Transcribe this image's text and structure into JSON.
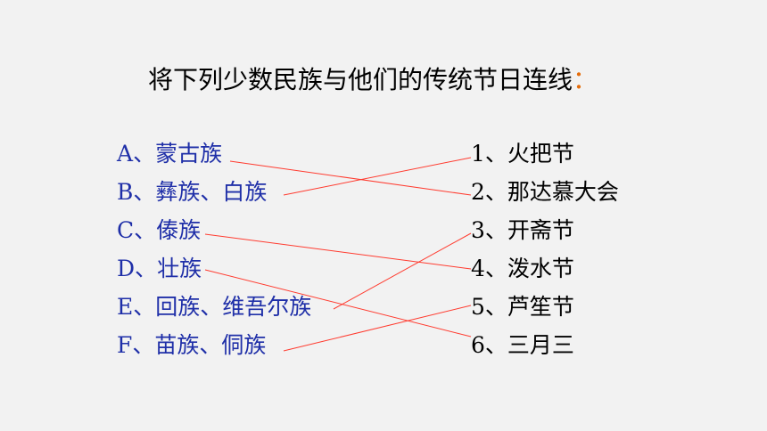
{
  "title": {
    "text": "将下列少数民族与他们的传统节日连线",
    "colon": "："
  },
  "left_items": [
    {
      "letter": "A",
      "sep": "、",
      "name": "蒙古族"
    },
    {
      "letter": "B",
      "sep": "、",
      "name": "彝族、白族"
    },
    {
      "letter": "C",
      "sep": "、",
      "name": "傣族"
    },
    {
      "letter": "D",
      "sep": "、",
      "name": "壮族"
    },
    {
      "letter": "E",
      "sep": "、",
      "name": "回族、维吾尔族"
    },
    {
      "letter": "F",
      "sep": "、",
      "name": "苗族、侗族"
    }
  ],
  "right_items": [
    {
      "num": "1",
      "sep": "、",
      "name": "火把节"
    },
    {
      "num": "2",
      "sep": "、",
      "name": "那达慕大会"
    },
    {
      "num": "3",
      "sep": "、",
      "name": "开斋节"
    },
    {
      "num": "4",
      "sep": "、",
      "name": "泼水节"
    },
    {
      "num": "5",
      "sep": "、",
      "name": "芦笙节"
    },
    {
      "num": "6",
      "sep": "、",
      "name": "三月三"
    }
  ],
  "connections": [
    {
      "from": "A",
      "to": "2"
    },
    {
      "from": "B",
      "to": "1"
    },
    {
      "from": "C",
      "to": "4"
    },
    {
      "from": "D",
      "to": "6"
    },
    {
      "from": "E",
      "to": "3"
    },
    {
      "from": "F",
      "to": "5"
    }
  ],
  "colors": {
    "left_text": "#1f2fa8",
    "right_text": "#000000",
    "line": "#ff3b2f",
    "colon": "#e46c0a"
  }
}
